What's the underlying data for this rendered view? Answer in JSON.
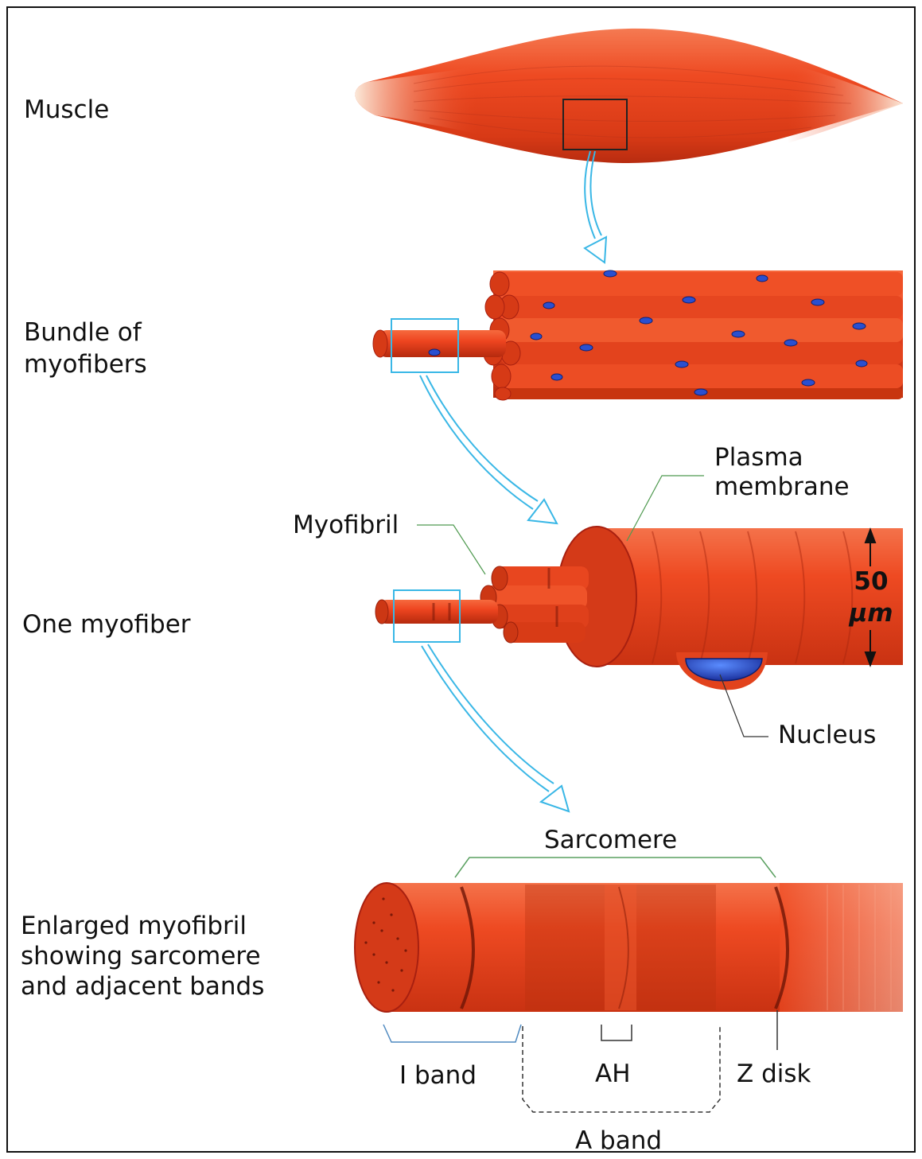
{
  "stages": {
    "muscle": "Muscle",
    "bundle_line1": "Bundle of",
    "bundle_line2": "myofibers",
    "one_myofiber": "One myofiber",
    "enlarged_line1": "Enlarged myofibril",
    "enlarged_line2": "showing sarcomere",
    "enlarged_line3": "and adjacent bands"
  },
  "parts": {
    "plasma_line1": "Plasma",
    "plasma_line2": "membrane",
    "myofibril": "Myofibril",
    "nucleus": "Nucleus",
    "scale_value": "50",
    "scale_unit": "µm",
    "sarcomere": "Sarcomere",
    "i_band": "I band",
    "ah": "AH",
    "z_disk": "Z disk",
    "a_band": "A band"
  },
  "colors": {
    "muscle_red": "#e8421c",
    "dark_red": "#a82010",
    "nucleus_blue": "#2548c8",
    "arrow_cyan": "#39b7e6",
    "bracket_green": "#5aa060"
  }
}
